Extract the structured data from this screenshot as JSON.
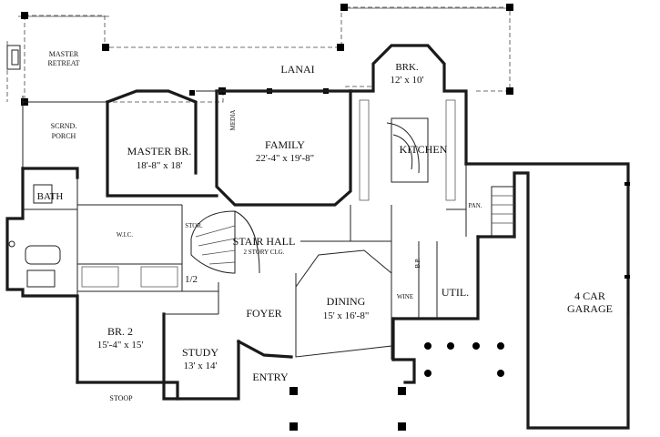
{
  "rooms": {
    "master_retreat": [
      "MASTER",
      "RETREAT"
    ],
    "lanai": "LANAI",
    "breakfast": {
      "name": "BRK.",
      "dims": "12' x 10'"
    },
    "screened_porch": [
      "SCRND.",
      "PORCH"
    ],
    "master_bedroom": {
      "name": "MASTER BR.",
      "dims": "18'-8\" x 18'"
    },
    "media": "MEDIA",
    "family": {
      "name": "FAMILY",
      "dims": "22'-4\" x 19'-8\""
    },
    "kitchen": "KITCHEN",
    "pantry": "PAN.",
    "bath": "BATH",
    "wic": "W.I.C.",
    "storage": "STOR.",
    "stair_hall": {
      "name": "STAIR HALL",
      "note": "2 STORY CLG."
    },
    "butler_pantry": "B.P.",
    "half_bath": "1/2",
    "foyer": "FOYER",
    "dining": {
      "name": "DINING",
      "dims": "15' x 16'-8\""
    },
    "wine": "WINE",
    "utility": "UTIL.",
    "garage": [
      "4 CAR",
      "GARAGE"
    ],
    "bedroom_2": {
      "name": "BR. 2",
      "dims": "15'-4\" x 15'"
    },
    "study": {
      "name": "STUDY",
      "dims": "13' x 14'"
    },
    "entry": "ENTRY",
    "stoop": "STOOP"
  }
}
